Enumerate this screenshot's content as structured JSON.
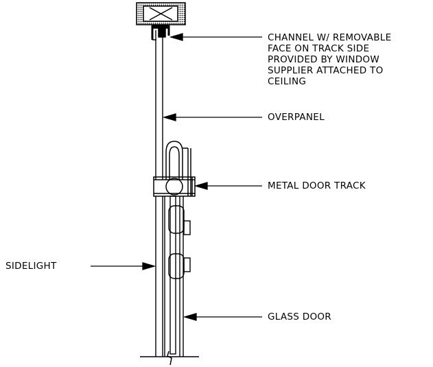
{
  "callouts": {
    "channel": [
      "CHANNEL W/ REMOVABLE",
      "FACE ON TRACK SIDE",
      "PROVIDED BY WINDOW",
      "SUPPLIER ATTACHED TO",
      "CEILING"
    ],
    "overpanel": "OVERPANEL",
    "track": "METAL DOOR TRACK",
    "sidelight": "SIDELIGHT",
    "door": "GLASS DOOR"
  },
  "colors": {
    "line": "#000000",
    "hatch": "#000000",
    "background": "#ffffff"
  }
}
